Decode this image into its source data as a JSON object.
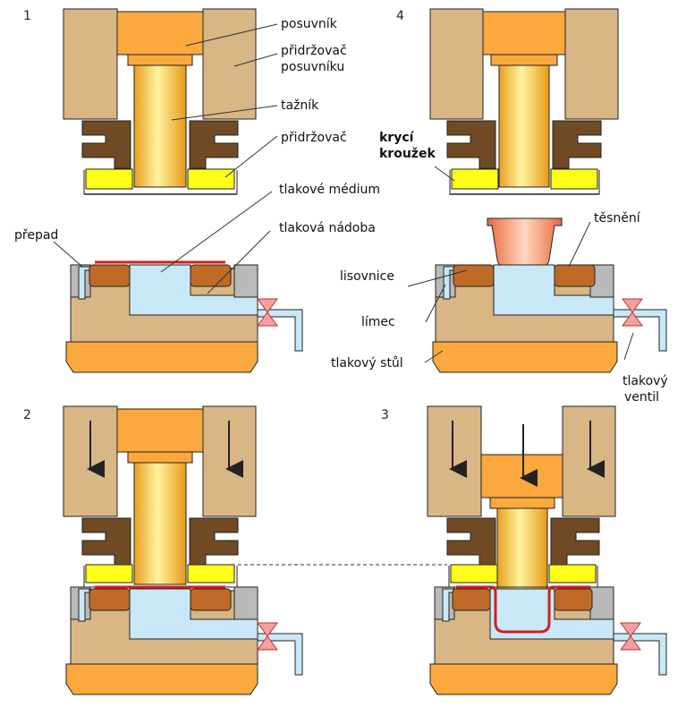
{
  "steps": [
    {
      "number": "1"
    },
    {
      "number": "4"
    },
    {
      "number": "2"
    },
    {
      "number": "3"
    }
  ],
  "labels": {
    "posuvnik": "posuvník",
    "pridrzovac_posuvniku_1": "přidržovač",
    "pridrzovac_posuvniku_2": "posuvníku",
    "taznik": "tažník",
    "pridrzovac": "přidržovač",
    "tlakove_medium": "tlakové médium",
    "tlakova_nadoba": "tlaková nádoba",
    "prepad": "přepad",
    "kryci_krouzek_1": "krycí",
    "kryci_krouzek_2": "kroužek",
    "tesneni": "těsnění",
    "lisovnice": "lisovnice",
    "limec": "límec",
    "tlakovy_stul": "tlakový stůl",
    "tlakovy_ventil_1": "tlakový",
    "tlakovy_ventil_2": "ventil"
  },
  "colors": {
    "holder_body": "#d9b686",
    "slider": "#fba83f",
    "punch": "#f8c840",
    "blank_holder": "#6f4a24",
    "cover_ring": "#ffff1a",
    "pressure_medium": "#c8e8f8",
    "die": "#c06a28",
    "sheet": "#d81c1c",
    "valve": "#f4a0a0"
  }
}
